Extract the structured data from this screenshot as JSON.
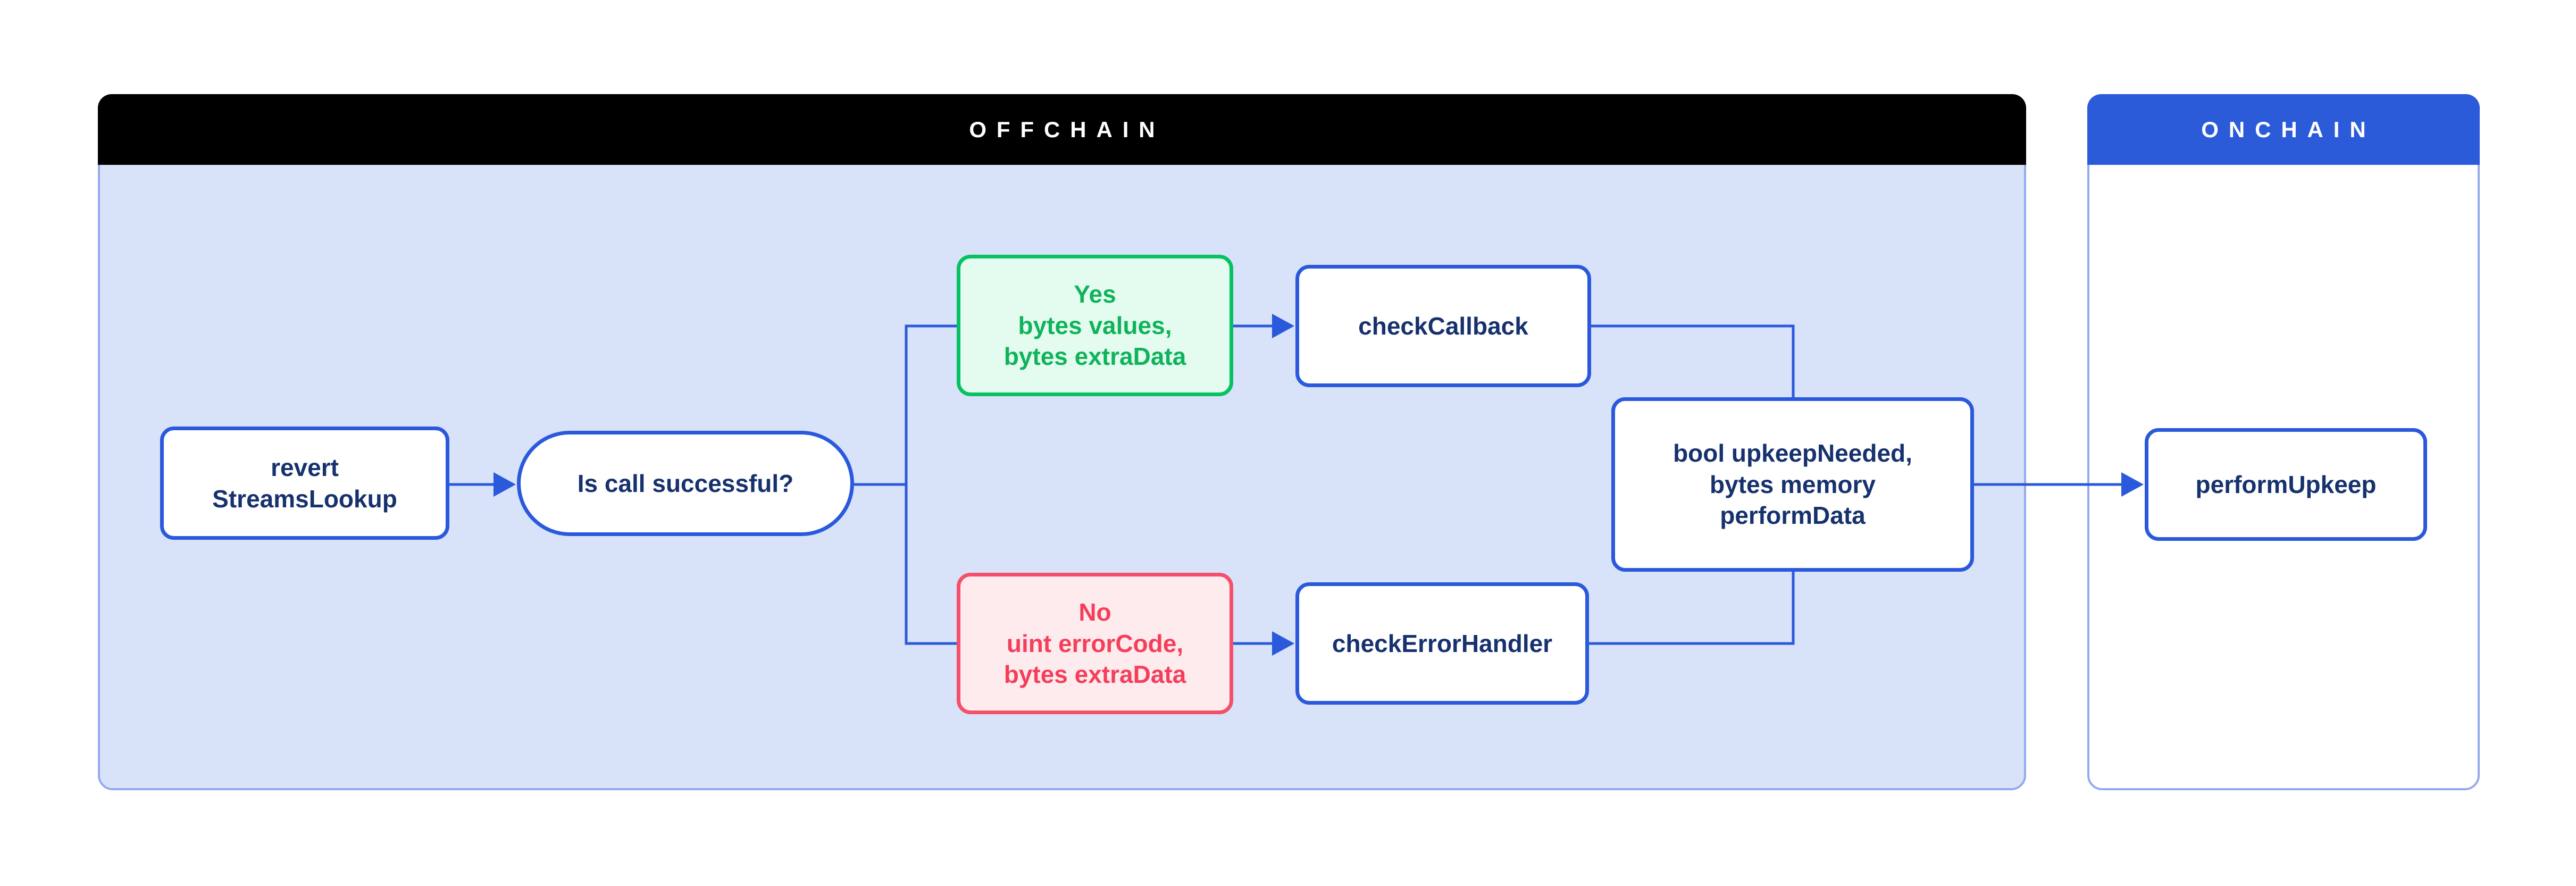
{
  "panels": {
    "offchain": {
      "title": "OFFCHAIN",
      "header_color": "#000000",
      "body_color": "#d8e2f8"
    },
    "onchain": {
      "title": "ONCHAIN",
      "header_color": "#2c5bda",
      "body_color": "#ffffff"
    }
  },
  "nodes": {
    "revert_streams_lookup": {
      "lines": [
        "revert",
        "StreamsLookup"
      ]
    },
    "is_call_successful": {
      "lines": [
        "Is call successful?"
      ]
    },
    "yes_branch": {
      "lines": [
        "Yes",
        "bytes values,",
        "bytes extraData"
      ]
    },
    "no_branch": {
      "lines": [
        "No",
        "uint errorCode,",
        "bytes extraData"
      ]
    },
    "check_callback": {
      "lines": [
        "checkCallback"
      ]
    },
    "check_error_handler": {
      "lines": [
        "checkErrorHandler"
      ]
    },
    "upkeep_result": {
      "lines": [
        "bool upkeepNeeded,",
        "bytes memory",
        "performData"
      ]
    },
    "perform_upkeep": {
      "lines": [
        "performUpkeep"
      ]
    }
  },
  "connections": [
    {
      "from": "revert_streams_lookup",
      "to": "is_call_successful",
      "arrow": true
    },
    {
      "from": "is_call_successful",
      "to": "yes_branch",
      "arrow": false
    },
    {
      "from": "is_call_successful",
      "to": "no_branch",
      "arrow": false
    },
    {
      "from": "yes_branch",
      "to": "check_callback",
      "arrow": true
    },
    {
      "from": "no_branch",
      "to": "check_error_handler",
      "arrow": true
    },
    {
      "from": "check_callback",
      "to": "upkeep_result",
      "arrow": false
    },
    {
      "from": "check_error_handler",
      "to": "upkeep_result",
      "arrow": false
    },
    {
      "from": "upkeep_result",
      "to": "perform_upkeep",
      "arrow": true
    }
  ],
  "colors": {
    "connector_blue": "#2a59dc",
    "node_border_blue": "#2a59dc",
    "node_text_navy": "#16316d",
    "panel_border": "#94aaec",
    "offchain_fill": "#d8e2f8",
    "success_border": "#06c263",
    "success_fill": "#e4fcf0",
    "success_text": "#0fb35a",
    "error_border": "#f4506b",
    "error_fill": "#fdebee",
    "error_text": "#f53e59"
  }
}
